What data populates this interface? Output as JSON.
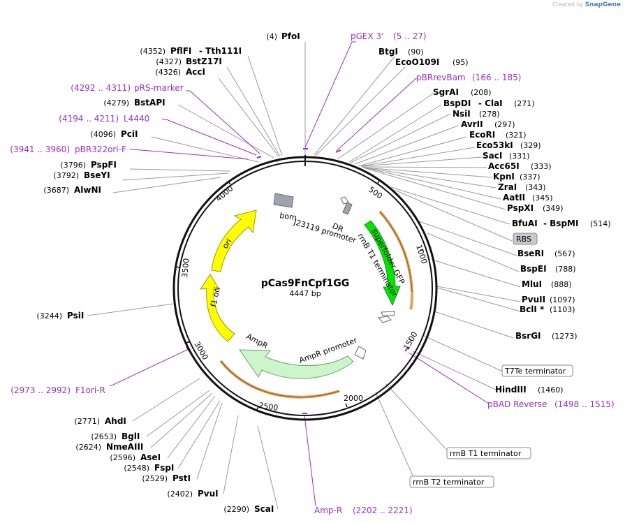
{
  "app": {
    "brand_prefix": "Created by",
    "brand_name": "SnapGene"
  },
  "plasmid": {
    "name": "pCas9FnCpf1GG",
    "size_label": "4447 bp",
    "length": 4447
  },
  "ticks": [
    "500",
    "1000",
    "1500",
    "2000",
    "2500",
    "3000",
    "3500",
    "4000"
  ],
  "enzyme_sites": [
    {
      "pos": "(4)",
      "name": "PfoI"
    },
    {
      "pos": "(4352)",
      "name": "PflFI",
      "suffix": "- Tth111I"
    },
    {
      "pos": "(4327)",
      "name": "BstZ17I"
    },
    {
      "pos": "(4326)",
      "name": "AccI"
    },
    {
      "pos": "(4279)",
      "name": "BstAPI"
    },
    {
      "pos": "(4096)",
      "name": "PciI"
    },
    {
      "pos": "(3796)",
      "name": "PspFI"
    },
    {
      "pos": "(3792)",
      "name": "BseYI"
    },
    {
      "pos": "(3687)",
      "name": "AlwNI"
    },
    {
      "pos": "(3244)",
      "name": "PsiI"
    },
    {
      "pos": "(2771)",
      "name": "AhdI"
    },
    {
      "pos": "(2653)",
      "name": "BglI"
    },
    {
      "pos": "(2624)",
      "name": "NmeAIII"
    },
    {
      "pos": "(2596)",
      "name": "AseI"
    },
    {
      "pos": "(2548)",
      "name": "FspI"
    },
    {
      "pos": "(2529)",
      "name": "PstI"
    },
    {
      "pos": "(2402)",
      "name": "PvuI"
    },
    {
      "pos": "(2290)",
      "name": "ScaI"
    },
    {
      "name": "BtgI",
      "pos": "(90)"
    },
    {
      "name": "EcoO109I",
      "pos": "(95)"
    },
    {
      "name": "SgrAI",
      "pos": "(208)"
    },
    {
      "name": "BspDI",
      "suffix": "- ClaI",
      "pos": "(271)"
    },
    {
      "name": "NsiI",
      "pos": "(278)"
    },
    {
      "name": "AvrII",
      "pos": "(297)"
    },
    {
      "name": "EcoRI",
      "pos": "(321)"
    },
    {
      "name": "Eco53kI",
      "pos": "(329)"
    },
    {
      "name": "SacI",
      "pos": "(331)"
    },
    {
      "name": "Acc65I",
      "pos": "(333)"
    },
    {
      "name": "KpnI",
      "pos": "(337)"
    },
    {
      "name": "ZraI",
      "pos": "(343)"
    },
    {
      "name": "AatII",
      "pos": "(345)"
    },
    {
      "name": "PspXI",
      "pos": "(349)"
    },
    {
      "name": "BfuAI",
      "suffix": "- BspMI",
      "pos": "(514)"
    },
    {
      "name": "BseRI",
      "pos": "(567)"
    },
    {
      "name": "BspEI",
      "pos": "(788)"
    },
    {
      "name": "MluI",
      "pos": "(888)"
    },
    {
      "name": "PvuII",
      "pos": "(1097)"
    },
    {
      "name": "BclI *",
      "pos": "(1103)"
    },
    {
      "name": "BsrGI",
      "pos": "(1273)"
    },
    {
      "name": "HindIII",
      "pos": "(1460)"
    }
  ],
  "primers": [
    {
      "name": "pGEX 3'",
      "range": "(5 .. 27)"
    },
    {
      "name": "pBRrevBam",
      "range": "(166 .. 185)"
    },
    {
      "range": "(4292 .. 4311)",
      "name": "pRS-marker"
    },
    {
      "range": "(4194 .. 4211)",
      "name": "L4440"
    },
    {
      "range": "(3941 .. 3960)",
      "name": "pBR322ori-F"
    },
    {
      "range": "(2973 .. 2992)",
      "name": "F1ori-R"
    },
    {
      "name": "Amp-R",
      "range": "(2202 .. 2221)"
    },
    {
      "name": "pBAD Reverse",
      "range": "(1498 .. 1515)"
    }
  ],
  "boxed_labels": [
    "RBS",
    "T7Te terminator",
    "rrnB T1 terminator",
    "rrnB T2 terminator"
  ],
  "features": {
    "bom": "bom",
    "dr": "DR",
    "j23119": "J23119 promoter",
    "rrnb_t1": "rrnB T1 terminator",
    "sfgfp": "superfolder GFP",
    "ampr": "AmpR",
    "ampr_promoter": "AmpR promoter",
    "ori": "ori",
    "f1ori": "f1 ori"
  },
  "colors": {
    "backbone": "#111111",
    "enzyme_line": "#9a9a9a",
    "primer": "#9b2fc7",
    "ori": "#ffff00",
    "sfgfp": "#00e600",
    "ampr": "#ccf5cc",
    "primer_bind": "#e0a255",
    "promoter": "#ffffff",
    "grey_box": "#a0a3ab"
  }
}
